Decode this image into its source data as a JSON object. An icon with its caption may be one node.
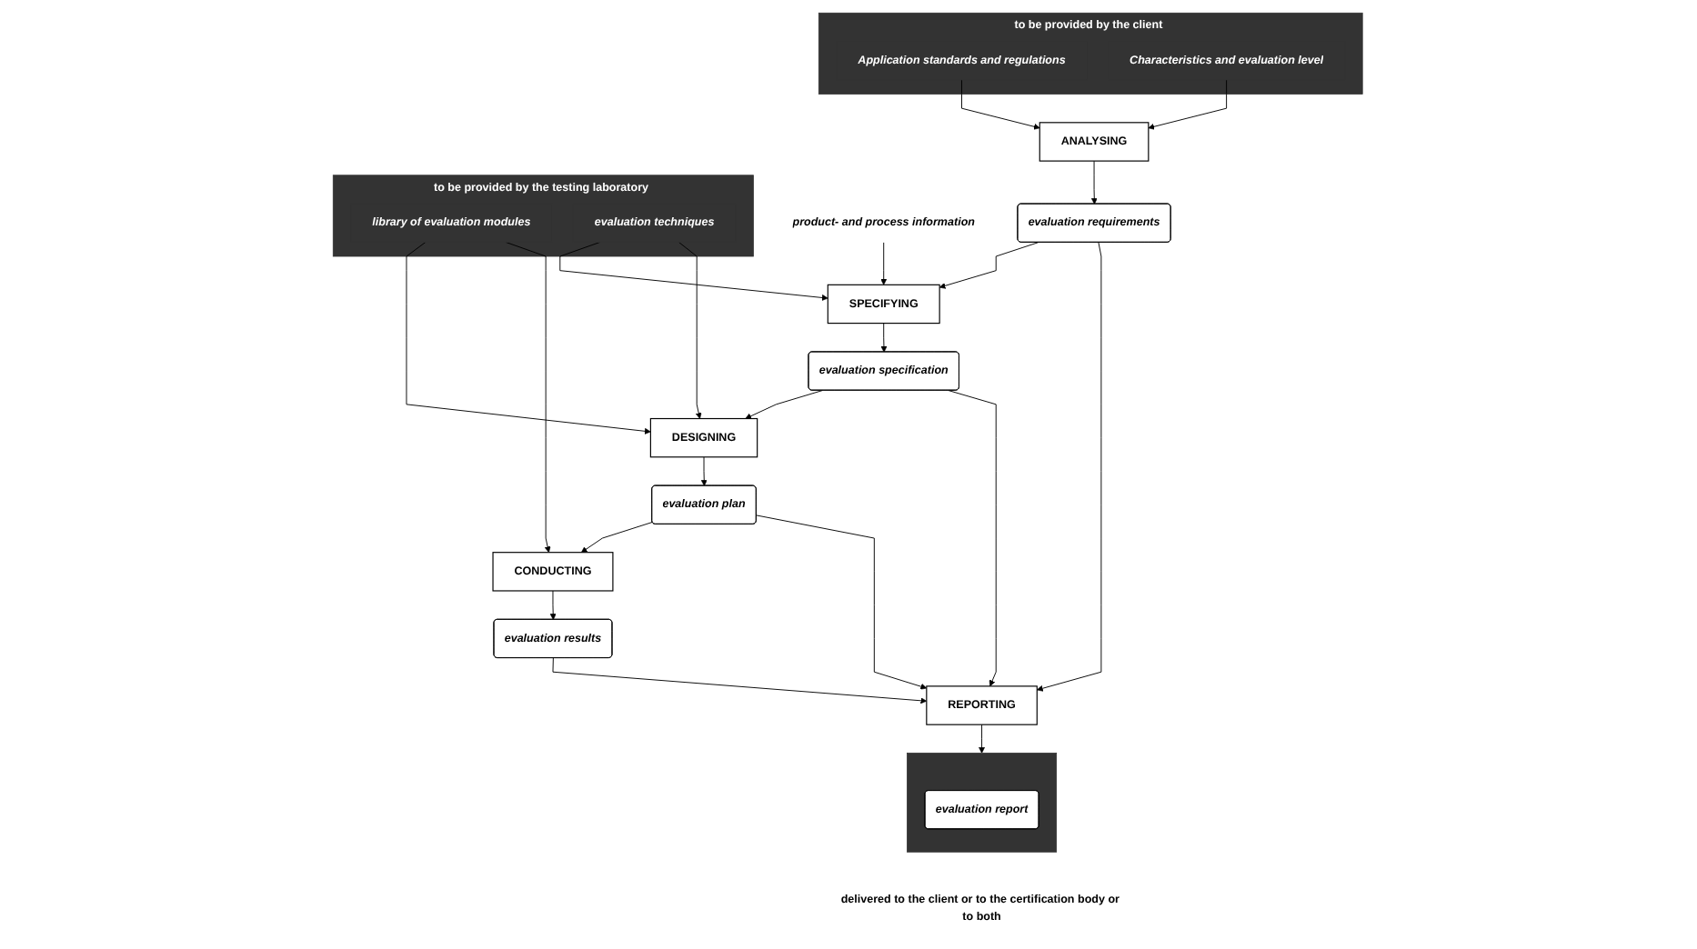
{
  "diagram": {
    "nodes": [
      {
        "text": [
          "to be provided by the client"
        ]
      },
      {
        "text": [
          "Application standards and regulations"
        ],
        "in": 0
      },
      {
        "text": [
          "Characteristics and evaluation level"
        ],
        "in": 0
      },
      {
        "text": [
          "product- and process information"
        ]
      },
      {
        "text": [
          "to be provided by the testing laboratory"
        ]
      },
      {
        "text": [
          "library of evaluation modules"
        ],
        "in": 4
      },
      {
        "text": [
          "evaluation techniques"
        ],
        "in": 4
      },
      {
        "text": [
          "ANALYSING"
        ]
      },
      {
        "text": [
          "SPECIFYING"
        ]
      },
      {
        "text": [
          "DESIGNING"
        ]
      },
      {
        "text": [
          "CONDUCTING"
        ]
      },
      {
        "text": [
          "evaluation requirements"
        ]
      },
      {
        "text": [
          "evaluation specification"
        ]
      },
      {
        "text": [
          "evaluation plan"
        ]
      },
      {
        "text": [
          "evaluation results"
        ]
      },
      {
        "text": [
          "REPORTING"
        ]
      },
      {
        "text": [],
        "shape": "box",
        "beside": [
          "delivered to the client or to the certification body or to both"
        ]
      },
      {
        "text": [
          "evaluation report"
        ],
        "in": 16
      }
    ],
    "edges": [
      {
        "from": 1,
        "to": 7,
        "arrow": "to"
      },
      {
        "from": 2,
        "to": 7,
        "arrow": "to"
      },
      {
        "from": 3,
        "to": 8,
        "arrow": "to"
      },
      {
        "from": 6,
        "to": 8,
        "arrow": "to"
      },
      {
        "from": 6,
        "to": 9,
        "arrow": "to"
      },
      {
        "from": 5,
        "to": 9,
        "arrow": "to"
      },
      {
        "from": 5,
        "to": 10,
        "arrow": "to"
      },
      {
        "from": 7,
        "to": 11,
        "arrow": "to"
      },
      {
        "from": 11,
        "to": 8,
        "arrow": "to"
      },
      {
        "from": 8,
        "to": 12,
        "arrow": "to"
      },
      {
        "from": 12,
        "to": 9,
        "arrow": "to"
      },
      {
        "from": 9,
        "to": 13,
        "arrow": "to"
      },
      {
        "from": 13,
        "to": 10,
        "arrow": "to"
      },
      {
        "from": 10,
        "to": 14,
        "arrow": "to"
      },
      {
        "from": 11,
        "to": 15,
        "arrow": "to"
      },
      {
        "from": 12,
        "to": 15,
        "arrow": "to"
      },
      {
        "from": 13,
        "to": 15,
        "arrow": "to"
      },
      {
        "from": 14,
        "to": 15,
        "arrow": "to"
      },
      {
        "from": 15,
        "to": 16,
        "arrow": "to"
      }
    ]
  }
}
